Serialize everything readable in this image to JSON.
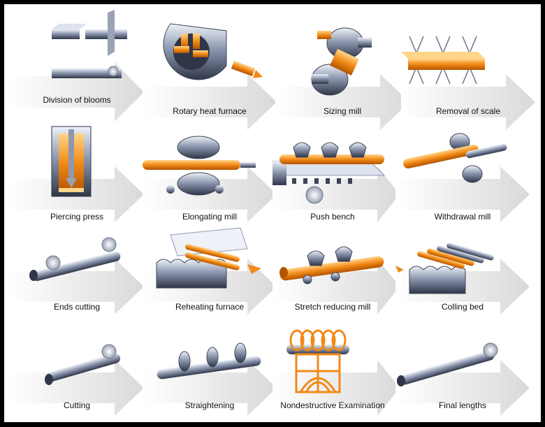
{
  "title": "",
  "colors": {
    "steel": "#7f8ba3",
    "steel_dark": "#3c4456",
    "steel_light": "#dde2ec",
    "hot": "#f28a17",
    "hot_light": "#ffc46a",
    "arrow": "#e6e6e6",
    "background": "#ffffff",
    "frame": "#000000"
  },
  "steps": [
    {
      "id": "division-of-blooms",
      "label": "Division of blooms",
      "flow": "arrow-right-icon"
    },
    {
      "id": "rotary-heat-furnace",
      "label": "Rotary heat furnace",
      "flow": "arrow-right-icon"
    },
    {
      "id": "sizing-mill",
      "label": "Sizing mill",
      "flow": "arrow-right-icon"
    },
    {
      "id": "removal-of-scale",
      "label": "Removal of scale",
      "flow": "arrow-right-icon"
    },
    {
      "id": "piercing-press",
      "label": "Piercing press",
      "flow": "arrow-right-icon"
    },
    {
      "id": "elongating-mill",
      "label": "Elongating mill",
      "flow": "arrow-right-icon"
    },
    {
      "id": "push-bench",
      "label": "Push bench",
      "flow": "arrow-right-icon"
    },
    {
      "id": "withdrawal-mill",
      "label": "Withdrawal mill",
      "flow": "arrow-right-icon"
    },
    {
      "id": "ends-cutting",
      "label": "Ends cutting",
      "flow": "arrow-right-icon"
    },
    {
      "id": "reheating-furnace",
      "label": "Reheating furnace",
      "flow": "arrow-right-icon"
    },
    {
      "id": "stretch-reducing-mill",
      "label": "Stretch reducing mill",
      "flow": "arrow-right-icon"
    },
    {
      "id": "colling-bed",
      "label": "Colling bed",
      "flow": "arrow-right-icon"
    },
    {
      "id": "cutting",
      "label": "Cutting",
      "flow": "arrow-right-icon"
    },
    {
      "id": "straightening",
      "label": "Straightening",
      "flow": "arrow-right-icon"
    },
    {
      "id": "nondestructive-examination",
      "label": "Nondestructive Examination",
      "flow": "arrow-right-icon"
    },
    {
      "id": "final-lengths",
      "label": "Final lengths",
      "flow": "arrow-right-icon"
    }
  ]
}
